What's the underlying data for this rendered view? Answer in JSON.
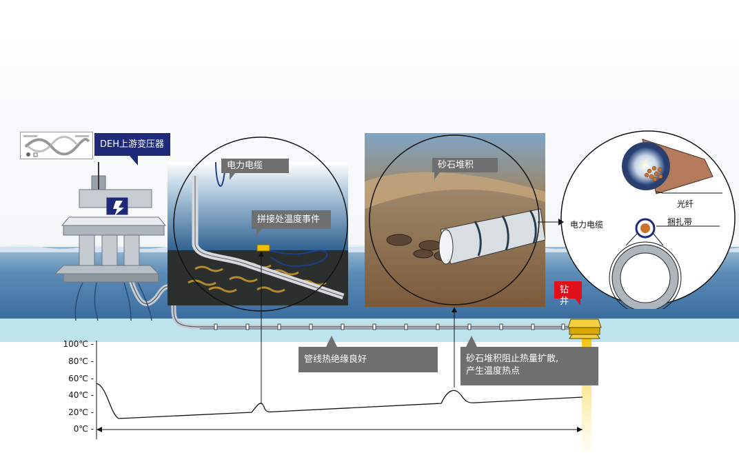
{
  "labels": {
    "deh_transformer": "DEH上游变压器",
    "power_cable": "电力电缆",
    "splice_temp_event": "拼接处温度事件",
    "sand_gravel": "砂石堆积",
    "drill_well": "钻井",
    "good_insulation": "管线热绝缘良好",
    "sand_block_line1": "砂石堆积阻止热量扩散,",
    "sand_block_line2": "产生温度热点",
    "cross_section_power_cable": "电力电缆",
    "optical_fiber": "光纤",
    "strapping_band": "捆扎带"
  },
  "temperature_axis": {
    "ticks": [
      "100℃ -",
      "80℃ -",
      "60℃ -",
      "40℃ -",
      "20℃ -",
      "0℃ -"
    ]
  },
  "colors": {
    "sea_top": "#8fb4cf",
    "sea_deep": "#3d6fa2",
    "seabed": "#bde3ec",
    "callout_gray": "#6f6f6f",
    "callout_navy": "#1e2a78",
    "callout_red": "#e0101a",
    "well_yellow": "#f0c000"
  },
  "icons": {
    "platform": "offshore-platform-icon",
    "thumbnail": "amphenol-chart-thumbnail",
    "well": "wellhead-icon"
  }
}
